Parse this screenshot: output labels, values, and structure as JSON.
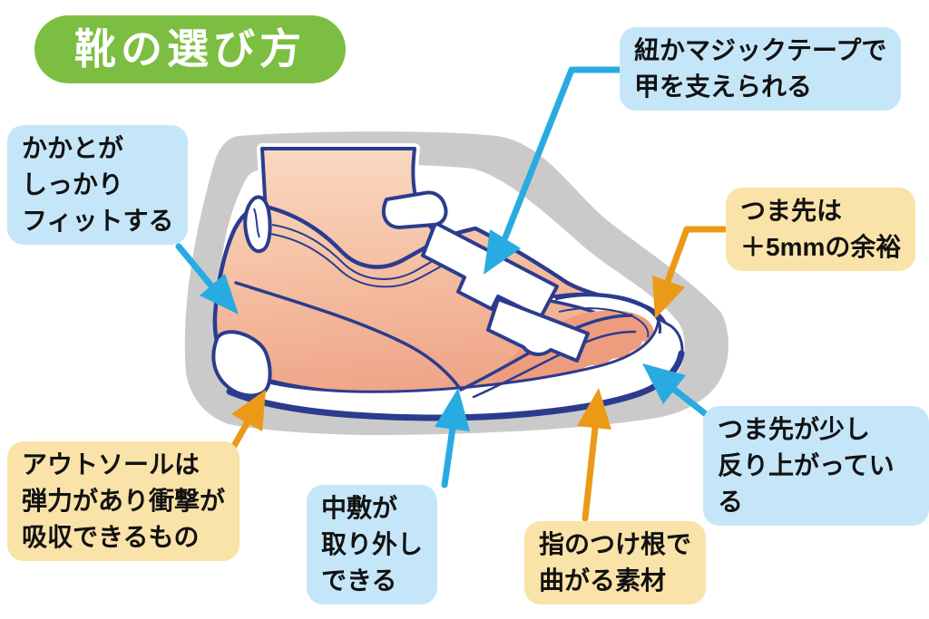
{
  "title": "靴の選び方",
  "colors": {
    "title_green": "#7cbe41",
    "callout_blue": "#c5e6f8",
    "callout_yellow": "#fae3a8",
    "arrow_blue": "#29abe2",
    "arrow_orange": "#eb9a17",
    "shoe_outline_navy": "#2b3c8e",
    "foot_silhouette_gray": "#cacacb",
    "skin_light": "#f9d6be",
    "skin_deep": "#efa487"
  },
  "callouts": {
    "lacing": {
      "text": "紐かマジックテープで\n甲を支えられる",
      "style": "blue"
    },
    "heel_fit": {
      "text": "かかとが\nしっかり\nフィットする",
      "style": "blue"
    },
    "toe_room": {
      "text": "つま先は\n＋5mmの余裕",
      "style": "yellow"
    },
    "toe_spring": {
      "text": "つま先が少し\n反り上がっている",
      "style": "blue"
    },
    "outsole": {
      "text": "アウトソールは\n弾力があり衝撃が\n吸収できるもの",
      "style": "yellow"
    },
    "insole": {
      "text": "中敷が\n取り外し\nできる",
      "style": "blue"
    },
    "ball_flex": {
      "text": "指のつけ根で\n曲がる素材",
      "style": "yellow"
    }
  }
}
